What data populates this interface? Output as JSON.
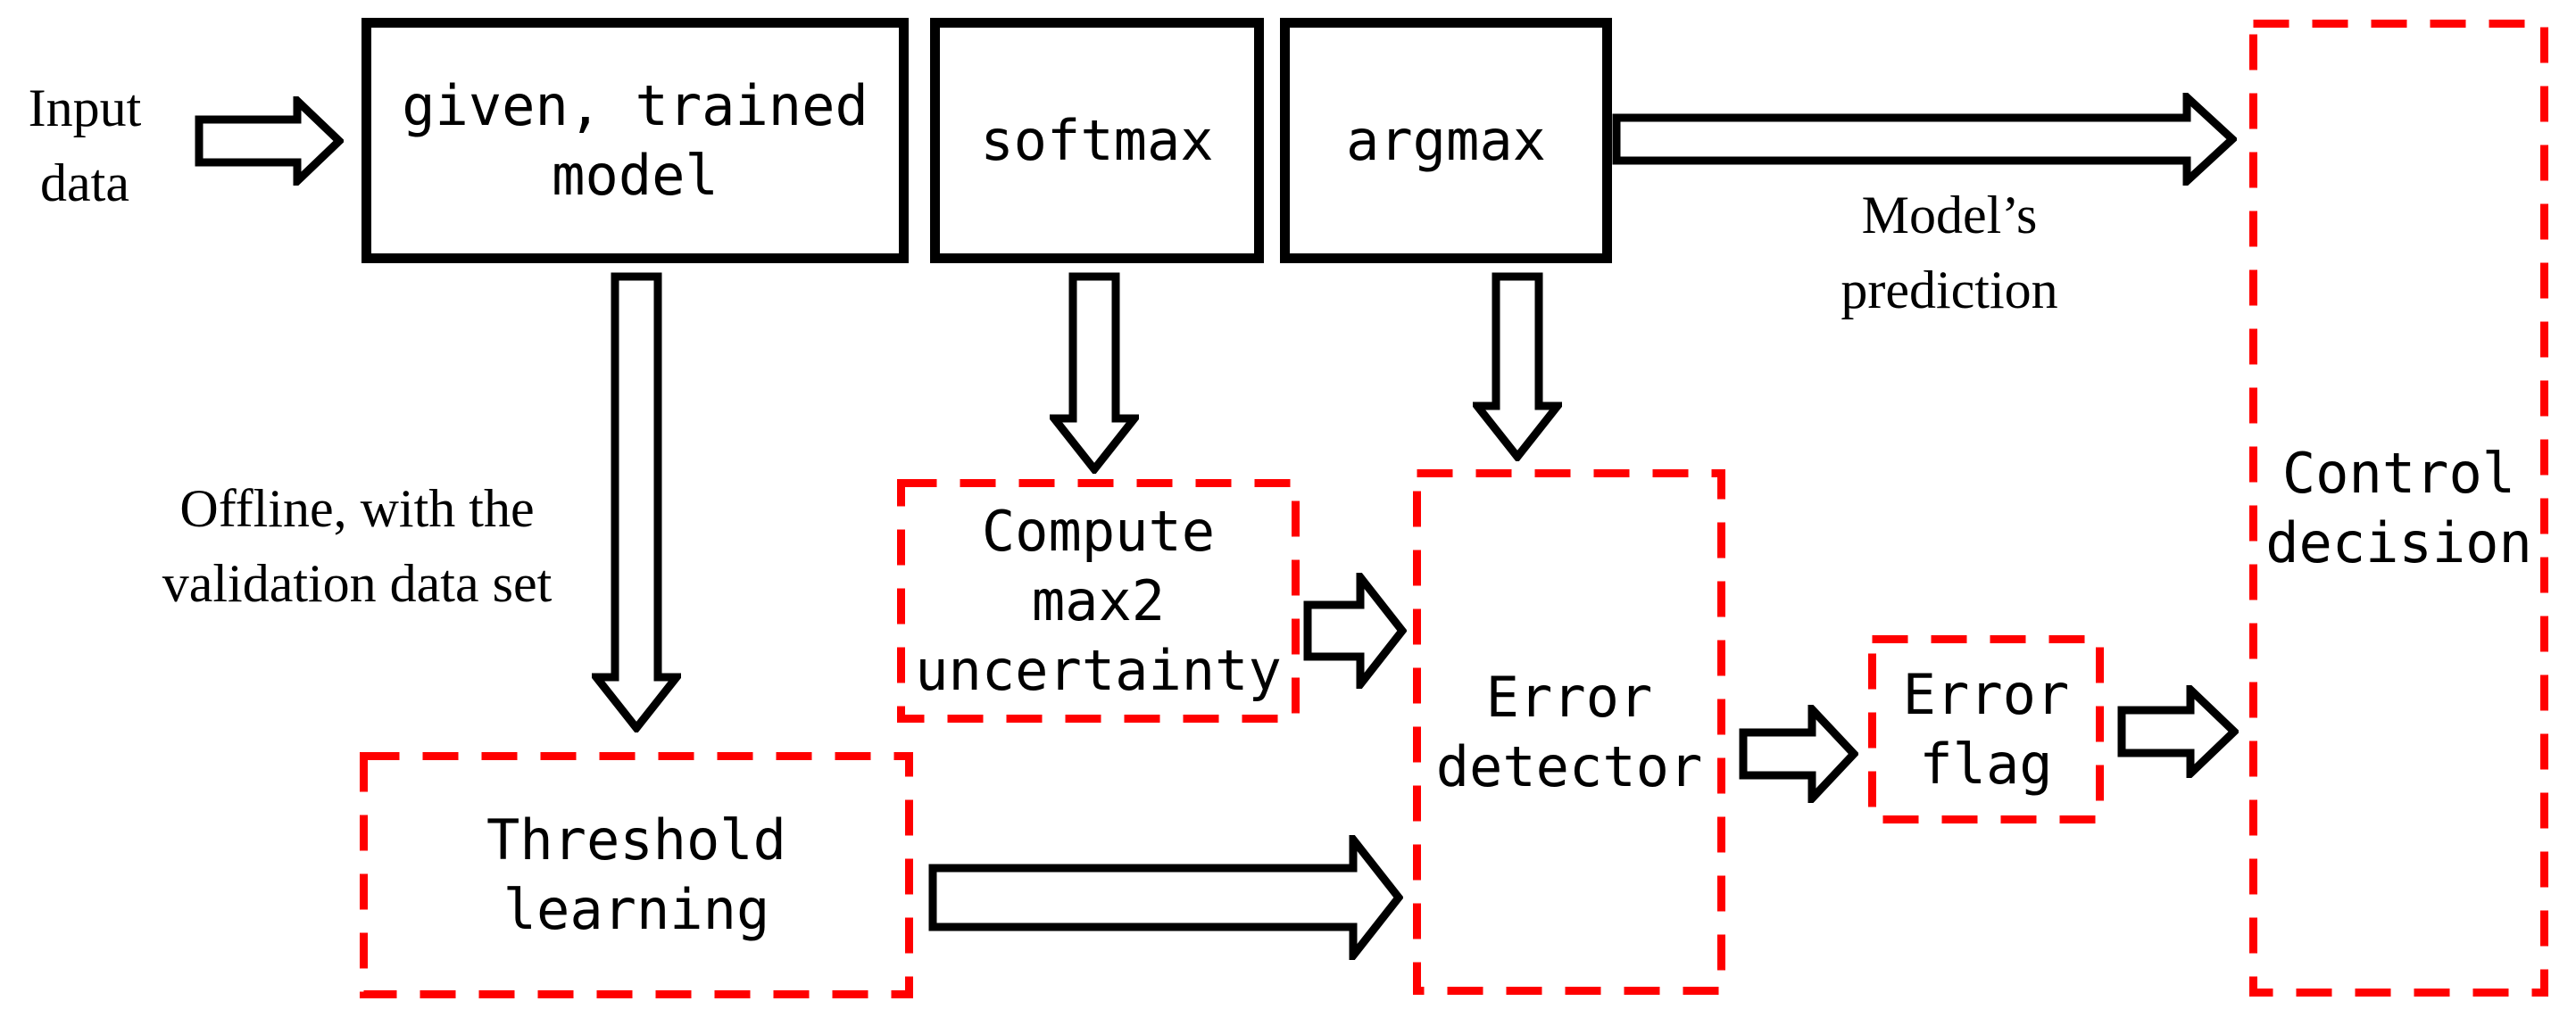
{
  "diagram": {
    "colors": {
      "background": "#ffffff",
      "solid_box_border": "#000000",
      "dashed_box_border": "#ff0000",
      "arrow_outline": "#000000",
      "arrow_fill": "#ffffff",
      "text": "#000000"
    },
    "boxes": {
      "model": {
        "label": "given, trained\nmodel",
        "border": "solid-black"
      },
      "softmax": {
        "label": "softmax",
        "border": "solid-black"
      },
      "argmax": {
        "label": "argmax",
        "border": "solid-black"
      },
      "control_decision": {
        "label": "Control\ndecision",
        "border": "dashed-red"
      },
      "compute_uncertainty": {
        "label": "Compute\nmax2\nuncertainty",
        "border": "dashed-red"
      },
      "error_detector": {
        "label": "Error\ndetector",
        "border": "dashed-red"
      },
      "error_flag": {
        "label": "Error\nflag",
        "border": "dashed-red"
      },
      "threshold_learning": {
        "label": "Threshold\nlearning",
        "border": "dashed-red"
      }
    },
    "annotations": {
      "input_data": "Input\ndata",
      "offline_note": "Offline, with the\nvalidation data set",
      "models_prediction": "Model’s\nprediction"
    },
    "edges": [
      {
        "from": "Input data",
        "to": "given, trained model"
      },
      {
        "from": "given, trained model",
        "to": "Threshold learning",
        "note": "Offline, with the validation data set"
      },
      {
        "from": "softmax",
        "to": "Compute max2 uncertainty"
      },
      {
        "from": "argmax",
        "to": "Error detector"
      },
      {
        "from": "argmax",
        "to": "Control decision",
        "note": "Model’s prediction"
      },
      {
        "from": "Compute max2 uncertainty",
        "to": "Error detector"
      },
      {
        "from": "Threshold learning",
        "to": "Error detector"
      },
      {
        "from": "Error detector",
        "to": "Error flag"
      },
      {
        "from": "Error flag",
        "to": "Control decision"
      }
    ]
  }
}
